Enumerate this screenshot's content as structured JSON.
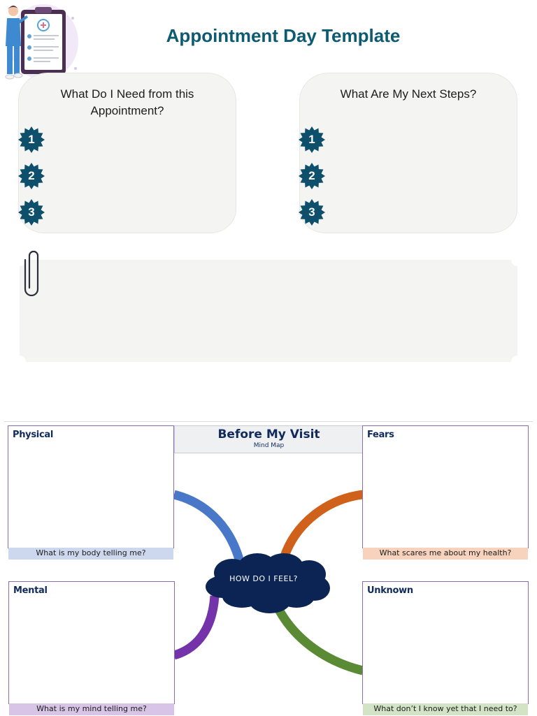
{
  "header": {
    "title": "Appointment Day Template"
  },
  "boards": [
    {
      "heading": "What Do I Need from this Appointment?",
      "items": [
        "1",
        "2",
        "3"
      ]
    },
    {
      "heading": "What Are My Next Steps?",
      "items": [
        "1",
        "2",
        "3"
      ]
    }
  ],
  "mind_map": {
    "title": "Before My Visit",
    "subtitle": "Mind Map",
    "center": "HOW DO I FEEL?",
    "quadrants": [
      {
        "label": "Physical",
        "caption": "What is my body telling me?",
        "color": "#4a78c8",
        "caption_bg": "#cdd8ee"
      },
      {
        "label": "Fears",
        "caption": "What scares me about my health?",
        "color": "#d0611a",
        "caption_bg": "#f7d2bc"
      },
      {
        "label": "Mental",
        "caption": "What is my mind telling me?",
        "color": "#7433a8",
        "caption_bg": "#d8c4e6"
      },
      {
        "label": "Unknown",
        "caption": "What don’t I know yet that I need to?",
        "color": "#5b8a35",
        "caption_bg": "#d3e4c6"
      }
    ]
  },
  "colors": {
    "title": "#0d5a73",
    "badge": "#0e4f6b",
    "board": "#f4f5f3",
    "cloud": "#0c2454"
  },
  "icons": {
    "illustration": "nurse-with-clipboard-illustration",
    "badge": "starburst-number-badge",
    "clip": "paperclip-icon"
  }
}
